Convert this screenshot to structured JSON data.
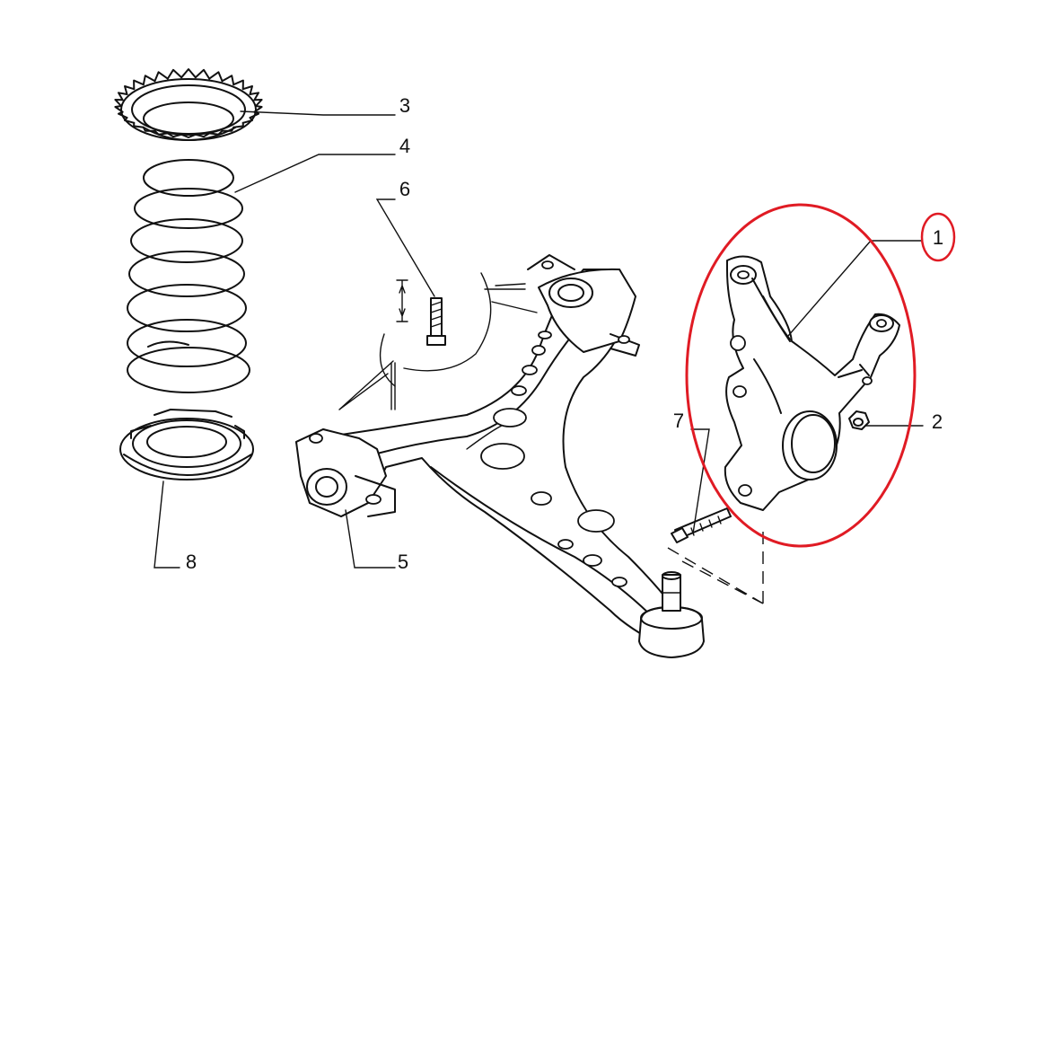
{
  "diagram": {
    "callouts": [
      {
        "id": "1",
        "label": "1",
        "highlighted": true
      },
      {
        "id": "2",
        "label": "2"
      },
      {
        "id": "3",
        "label": "3"
      },
      {
        "id": "4",
        "label": "4"
      },
      {
        "id": "5",
        "label": "5"
      },
      {
        "id": "6",
        "label": "6"
      },
      {
        "id": "7",
        "label": "7"
      },
      {
        "id": "8",
        "label": "8"
      }
    ],
    "highlight_color": "#e01b24",
    "line_color": "#111111",
    "background": "#ffffff"
  }
}
